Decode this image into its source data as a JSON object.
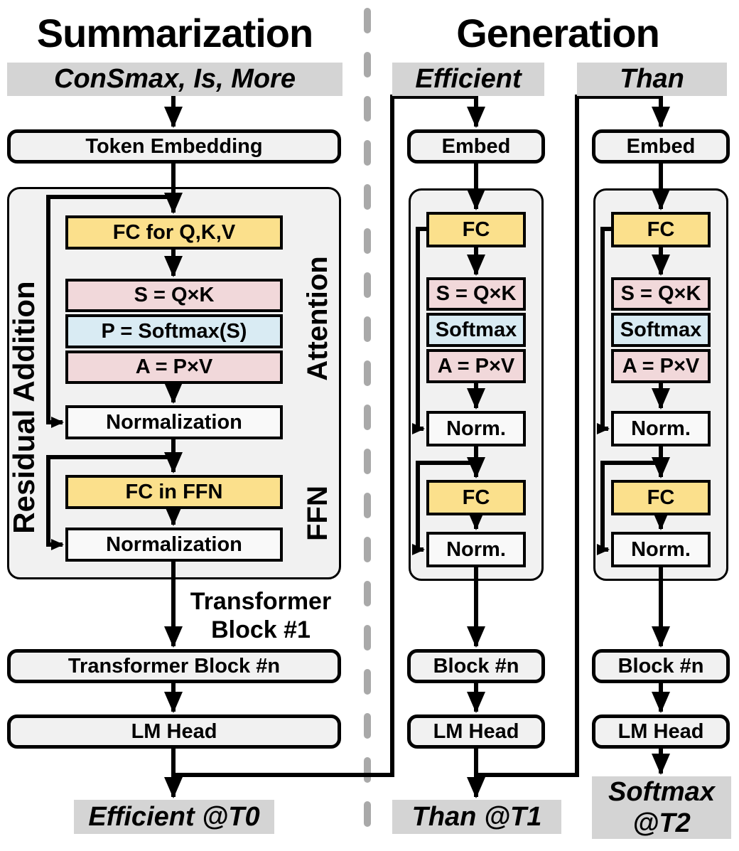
{
  "summarization": {
    "title": "Summarization",
    "input_token": "ConSmax, Is, More",
    "token_embedding": "Token Embedding",
    "residual_label": "Residual Addition",
    "attention_label": "Attention",
    "ffn_label": "FFN",
    "fc_qkv": "FC for Q,K,V",
    "s_qk": "S = Q×K",
    "p_softmax": "P = Softmax(S)",
    "a_pv": "A = P×V",
    "norm_attention": "Normalization",
    "fc_ffn": "FC in FFN",
    "norm_ffn": "Normalization",
    "block_caption": [
      "Transformer",
      "Block #1"
    ],
    "block_n": "Transformer Block #n",
    "lm_head": "LM Head",
    "output_token": "Efficient @T0"
  },
  "generation": {
    "title": "Generation",
    "columns": [
      {
        "input_token": "Efficient",
        "embed": "Embed",
        "fc_qkv": "FC",
        "s_qk": "S = Q×K",
        "softmax": "Softmax",
        "a_pv": "A = P×V",
        "norm_attention": "Norm.",
        "fc_ffn": "FC",
        "norm_ffn": "Norm.",
        "block_n": "Block #n",
        "lm_head": "LM Head",
        "output_lines": [
          "Than @T1"
        ]
      },
      {
        "input_token": "Than",
        "embed": "Embed",
        "fc_qkv": "FC",
        "s_qk": "S = Q×K",
        "softmax": "Softmax",
        "a_pv": "A = P×V",
        "norm_attention": "Norm.",
        "fc_ffn": "FC",
        "norm_ffn": "Norm.",
        "block_n": "Block #n",
        "lm_head": "LM Head",
        "output_lines": [
          "Softmax",
          "@T2"
        ]
      }
    ]
  },
  "colors": {
    "yellow": "#FBE08C",
    "pink": "#F1D8DA",
    "blue": "#D9EBF3",
    "node_gray": "#F1F1F1",
    "norm_white": "#F9F9F9",
    "label_gray": "#D4D4D4",
    "divider_gray": "#A9A9A9",
    "line": "#000000"
  }
}
